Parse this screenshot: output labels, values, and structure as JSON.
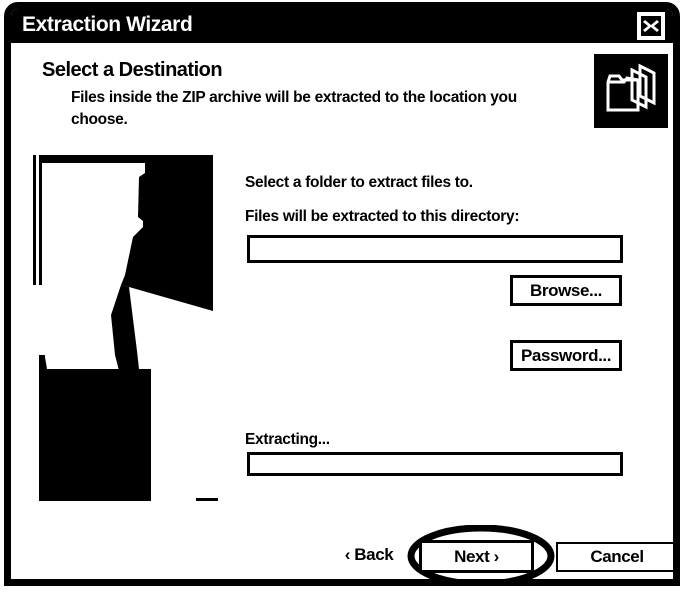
{
  "window": {
    "title": "Extraction Wizard",
    "close_icon": "close-x-icon"
  },
  "header": {
    "title": "Select a Destination",
    "subtitle": "Files inside the ZIP archive will be extracted to the location you choose.",
    "icon": "folders-stack-icon"
  },
  "preview": {
    "name": "thresholded-artwork-image"
  },
  "form": {
    "instruction": "Select a folder to extract files to.",
    "directory_label": "Files will be extracted to this directory:",
    "directory_value": "",
    "directory_placeholder": "",
    "browse_label": "Browse...",
    "password_label": "Password..."
  },
  "progress": {
    "label": "Extracting...",
    "percent": 0
  },
  "footer": {
    "back_label": "‹ Back",
    "next_label": "Next ›",
    "cancel_label": "Cancel",
    "annotation": "ellipse-highlight-on-next"
  },
  "colors": {
    "ink": "#000000",
    "paper": "#ffffff"
  }
}
